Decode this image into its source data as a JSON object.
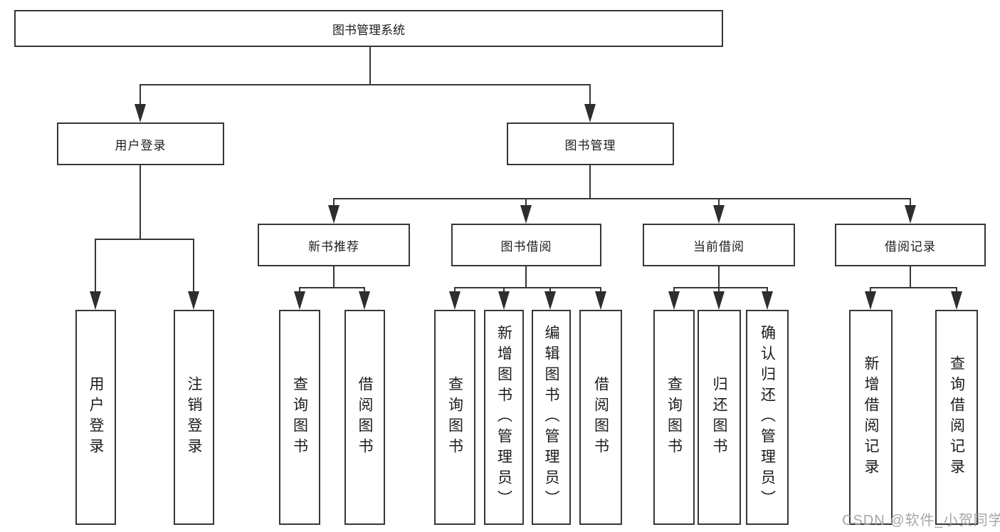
{
  "diagram": {
    "root": {
      "label": "图书管理系统"
    },
    "branches": [
      {
        "label": "用户登录",
        "children": [
          {
            "label": "用户登录"
          },
          {
            "label": "注销登录"
          }
        ]
      },
      {
        "label": "图书管理",
        "children": [
          {
            "label": "新书推荐",
            "children": [
              {
                "label": "查询图书"
              },
              {
                "label": "借阅图书"
              }
            ]
          },
          {
            "label": "图书借阅",
            "children": [
              {
                "label": "查询图书"
              },
              {
                "label": "新增图书（管理员）"
              },
              {
                "label": "编辑图书（管理员）"
              },
              {
                "label": "借阅图书"
              }
            ]
          },
          {
            "label": "当前借阅",
            "children": [
              {
                "label": "查询图书"
              },
              {
                "label": "归还图书"
              },
              {
                "label": "确认归还（管理员）"
              }
            ]
          },
          {
            "label": "借阅记录",
            "children": [
              {
                "label": "新增借阅记录"
              },
              {
                "label": "查询借阅记录"
              }
            ]
          }
        ]
      }
    ],
    "watermark": "CSDN @软件_小贺同学",
    "colors": {
      "line": "#363636",
      "text": "#1c1c1c",
      "watermark": "#9e9e9e",
      "background": "#ffffff"
    }
  }
}
